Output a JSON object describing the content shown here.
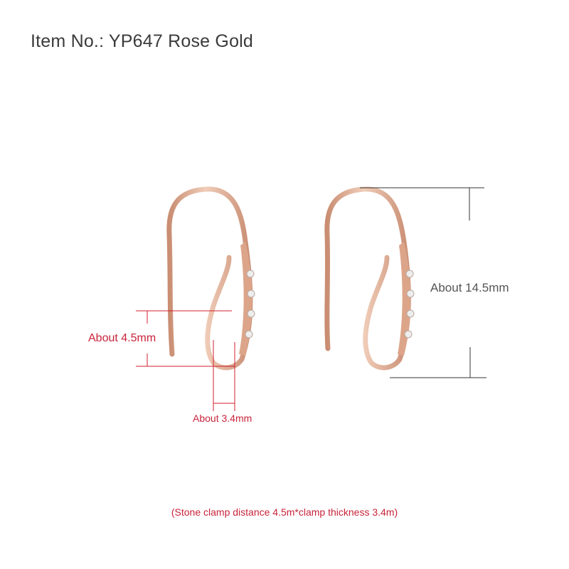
{
  "title": "Item No.: YP647 Rose Gold",
  "product": {
    "item_number": "YP647",
    "finish": "Rose Gold",
    "image": "two-rose-gold-earring-hooks-with-cz-stones"
  },
  "dimensions": {
    "stone_clamp_distance": "About 4.5mm",
    "clamp_thickness": "About 3.4mm",
    "total_height": "About 14.5mm"
  },
  "note": "(Stone clamp distance 4.5m*clamp thickness 3.4m)",
  "colors": {
    "title_text": "#3b3b3b",
    "red_annotation": "#c8233a",
    "gray_annotation": "#555555",
    "rose_gold": "#e3b49c",
    "rose_gold_shadow": "#c98d72",
    "background": "#ffffff"
  }
}
